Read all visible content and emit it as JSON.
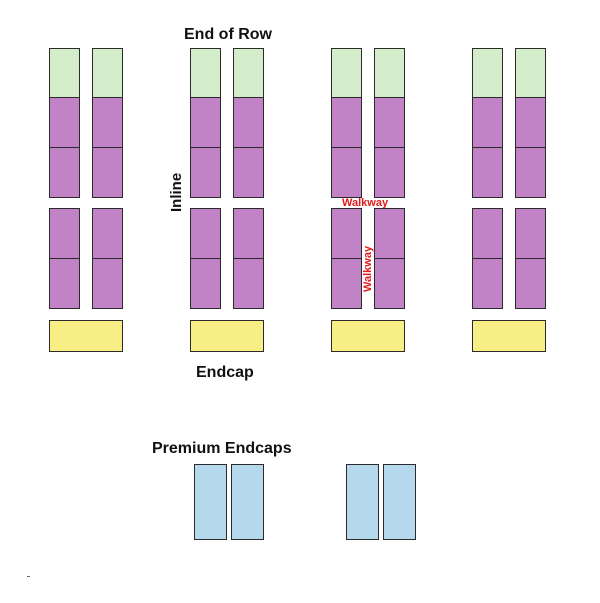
{
  "labels": {
    "end_of_row": "End of Row",
    "inline": "Inline",
    "walkway_h": "Walkway",
    "walkway_v": "Walkway",
    "endcap": "Endcap",
    "premium_endcaps": "Premium Endcaps"
  },
  "colors": {
    "end_of_row": "#d3ecc9",
    "inline": "#c282c6",
    "endcap": "#f8ee86",
    "premium_endcap": "#b6d8ec",
    "walkway_text": "#e01a1a"
  },
  "legend_types": [
    "end_of_row",
    "inline",
    "endcap",
    "premium_endcap"
  ]
}
